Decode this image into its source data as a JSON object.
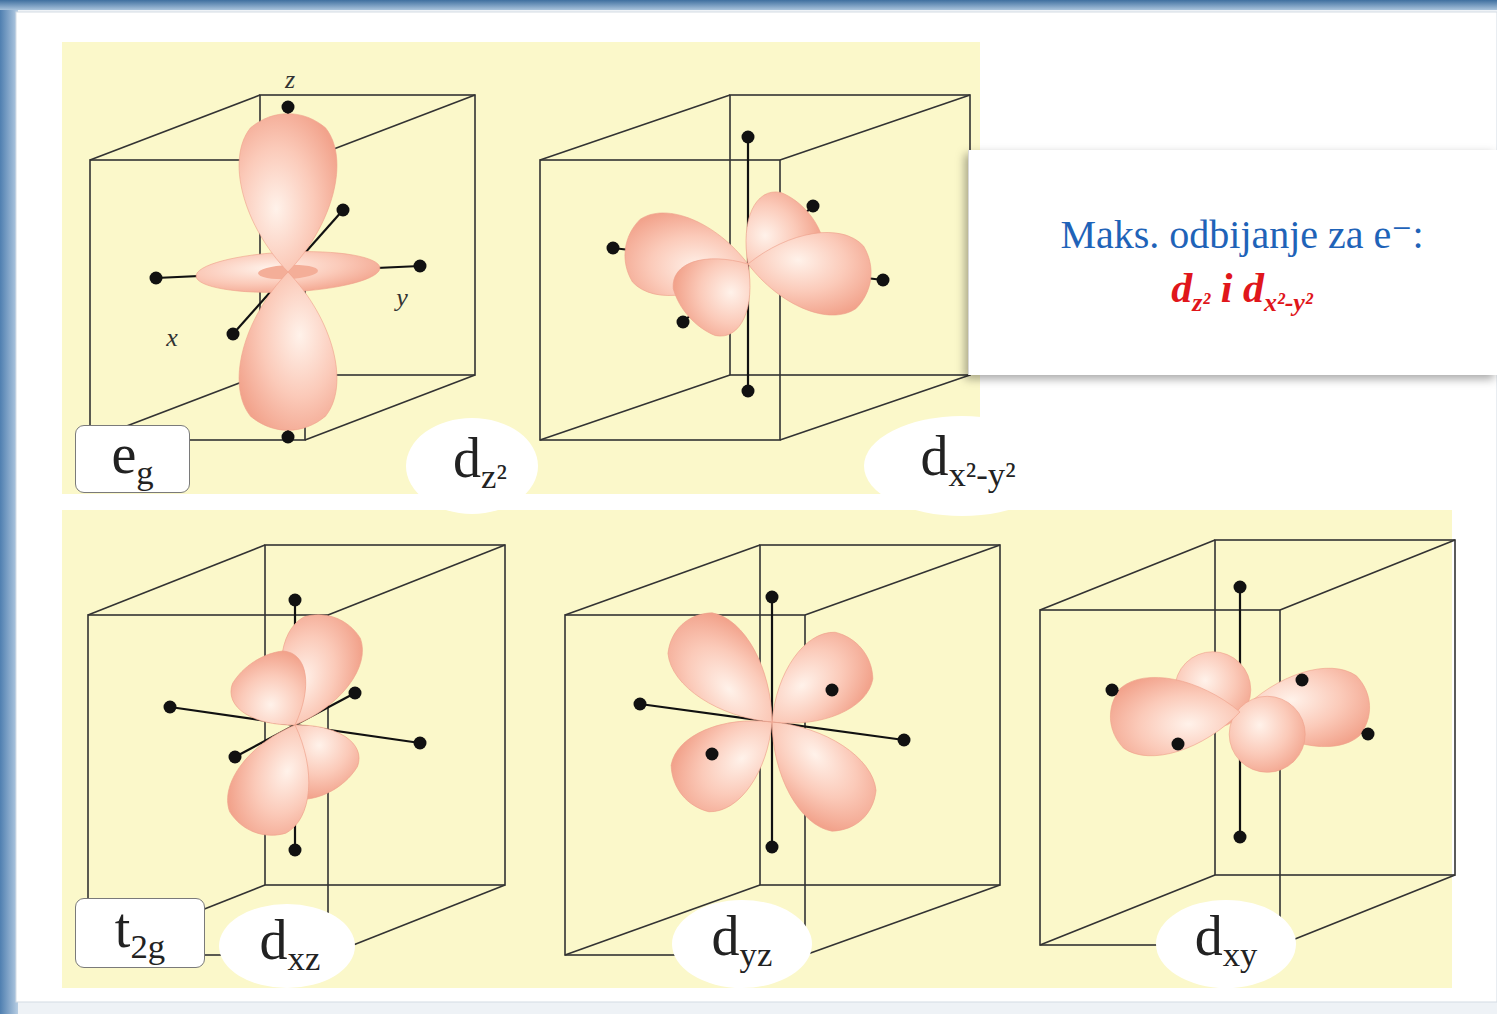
{
  "diagram": {
    "nodes": [
      {
        "text": [
          "Maks. odbijanje za e⁻:",
          "dz² i dx²-y²"
        ]
      },
      {
        "text": [
          "eg"
        ]
      },
      {
        "text": [
          "t2g"
        ]
      }
    ],
    "labels": [
      "z",
      "x",
      "y",
      "dz²",
      "dx²-y²",
      "dxz",
      "dyz",
      "dxy"
    ]
  }
}
